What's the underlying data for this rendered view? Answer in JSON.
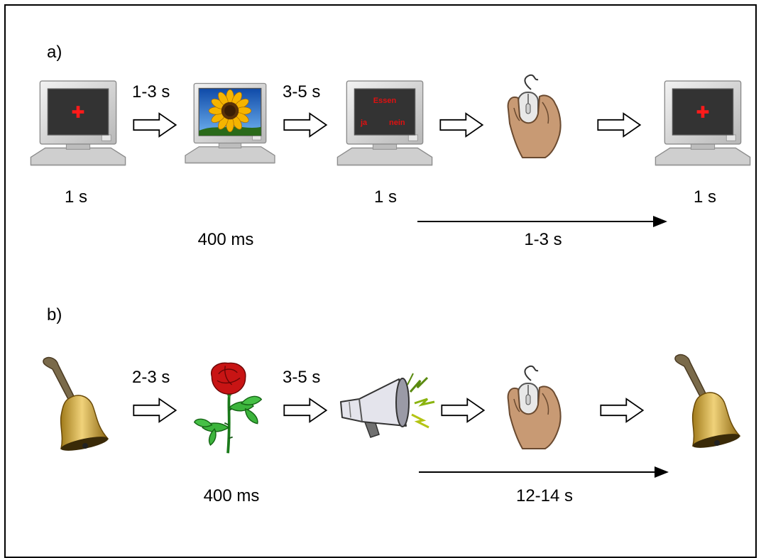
{
  "panel_a": {
    "label": "a)",
    "step_times": [
      "1-3 s",
      "3-5 s"
    ],
    "screen_words": {
      "question": "Essen",
      "yes": "ja",
      "no": "nein"
    },
    "screen_durations": [
      "1 s",
      "1 s",
      "1 s"
    ],
    "stimulus_duration": "400 ms",
    "response_window": "1-3 s"
  },
  "panel_b": {
    "label": "b)",
    "step_times": [
      "2-3 s",
      "3-5 s"
    ],
    "stimulus_duration": "400 ms",
    "response_window": "12-14 s"
  },
  "colors": {
    "fixation_cross": "#ff1a1a",
    "screen_text": "#e01010",
    "monitor_body": "#d9d9d9",
    "screen": "#333333",
    "arrow_fill": "#ffffff",
    "arrow_stroke": "#000000"
  },
  "icons": [
    "computer-monitor-icon",
    "sunflower-image",
    "hand-on-mouse-icon",
    "bell-icon",
    "rose-image",
    "megaphone-icon",
    "outline-arrow-icon"
  ]
}
